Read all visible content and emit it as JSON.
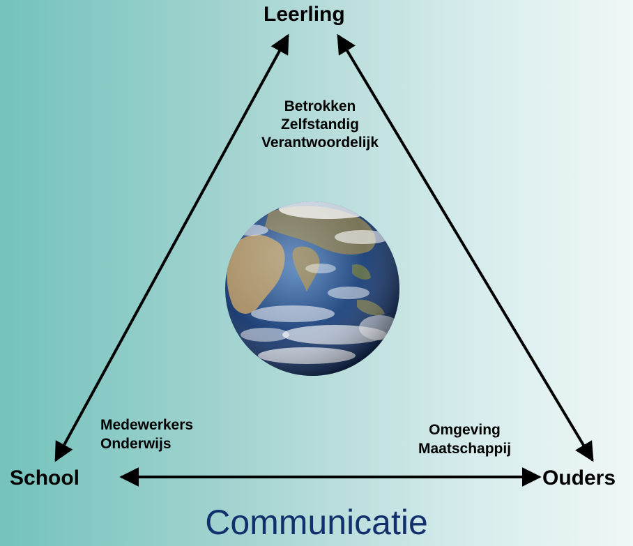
{
  "nodes": {
    "top": "Leerling",
    "left": "School",
    "right": "Ouders"
  },
  "attributes": {
    "top": [
      "Betrokken",
      "Zelfstandig",
      "Verantwoordelijk"
    ],
    "left": [
      "Medewerkers",
      "Onderwijs"
    ],
    "right": [
      "Omgeving",
      "Maatschappij"
    ]
  },
  "footer": "Communicatie",
  "colors": {
    "arrows": "#000000",
    "footer_text": "#12306b",
    "background_left": "#74c2bc",
    "background_right": "#f0f7f7"
  },
  "center_image": "earth-globe"
}
